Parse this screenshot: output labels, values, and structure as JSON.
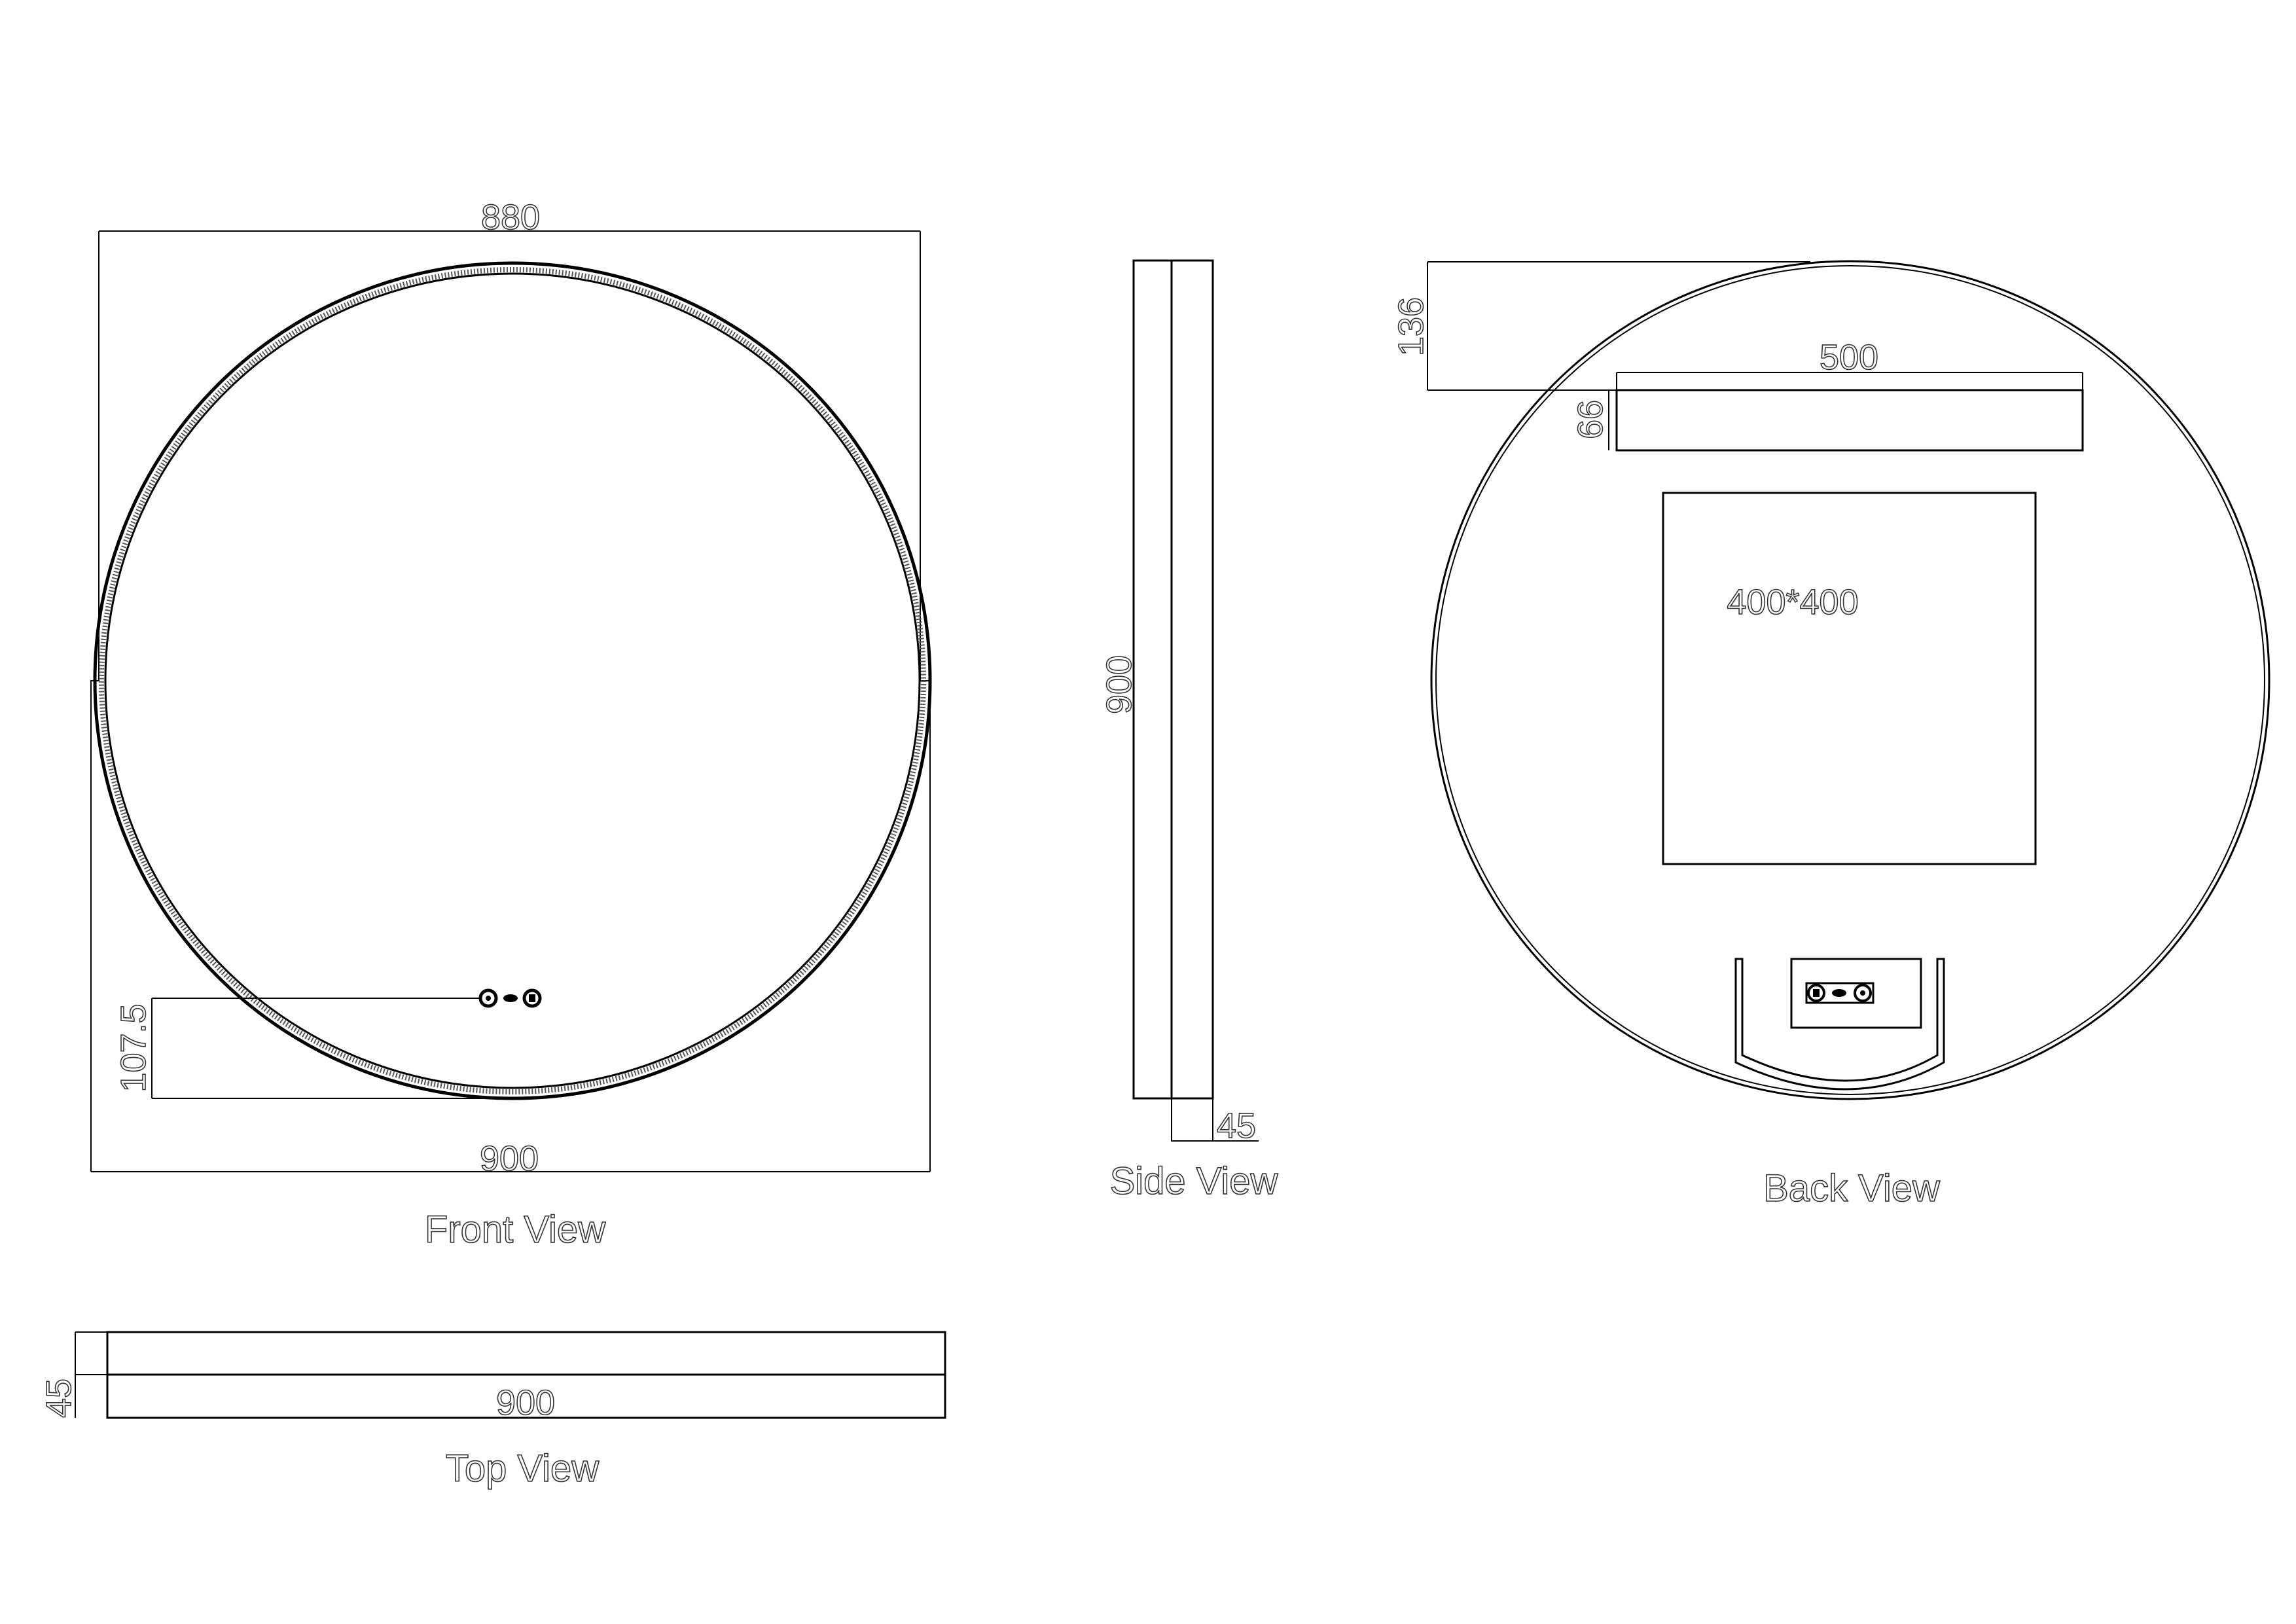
{
  "front_view": {
    "label": "Front View",
    "width_dim": "880",
    "overall_width_dim": "900",
    "control_height_dim": "107.5",
    "icons": [
      "light-icon",
      "defog-icon",
      "switch-icon"
    ]
  },
  "side_view": {
    "label": "Side View",
    "height_dim": "900",
    "depth_dim": "45"
  },
  "back_view": {
    "label": "Back View",
    "top_offset_dim": "136",
    "bar_width_dim": "500",
    "bar_height_dim": "66",
    "panel_dim": "400*400",
    "icons": [
      "switch-icon",
      "defog-icon",
      "light-icon"
    ]
  },
  "top_view": {
    "label": "Top View",
    "width_dim": "900",
    "depth_dim": "45"
  }
}
